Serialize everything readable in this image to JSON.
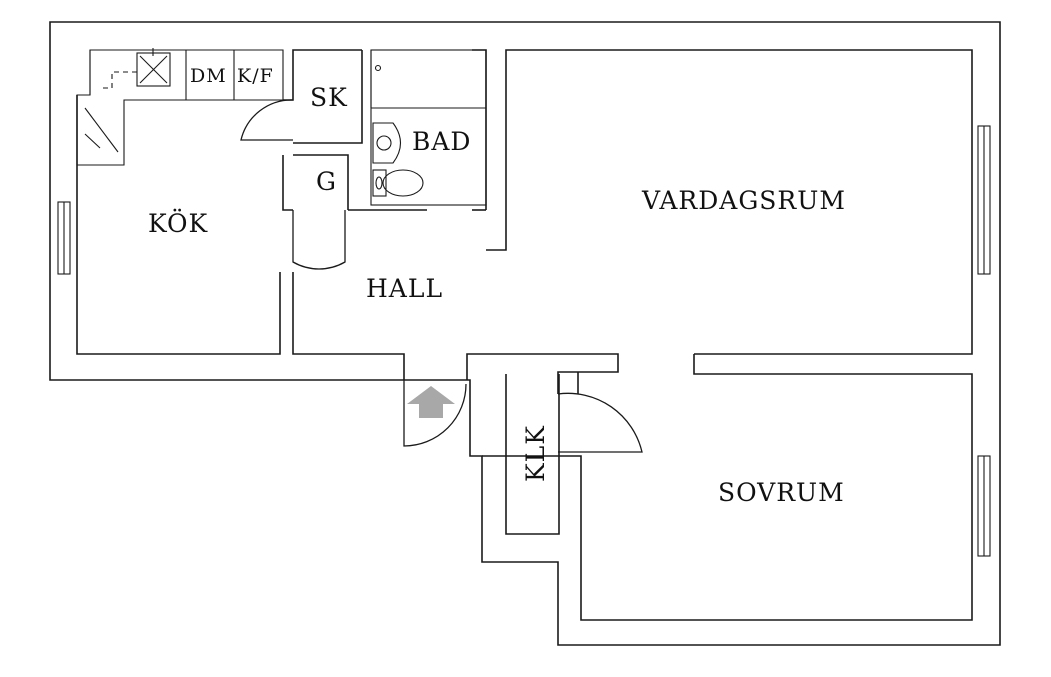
{
  "plan": {
    "rooms": {
      "kok": "KÖK",
      "sk": "SK",
      "bad": "BAD",
      "g": "G",
      "vardagsrum": "VARDAGSRUM",
      "hall": "HALL",
      "klk": "KLK",
      "sovrum": "SOVRUM"
    },
    "appliances": {
      "dm": "DM",
      "kf": "K/F"
    },
    "colors": {
      "wall": "#1a1a1a",
      "entrance_arrow": "#a8a8a8",
      "background": "#ffffff"
    }
  }
}
